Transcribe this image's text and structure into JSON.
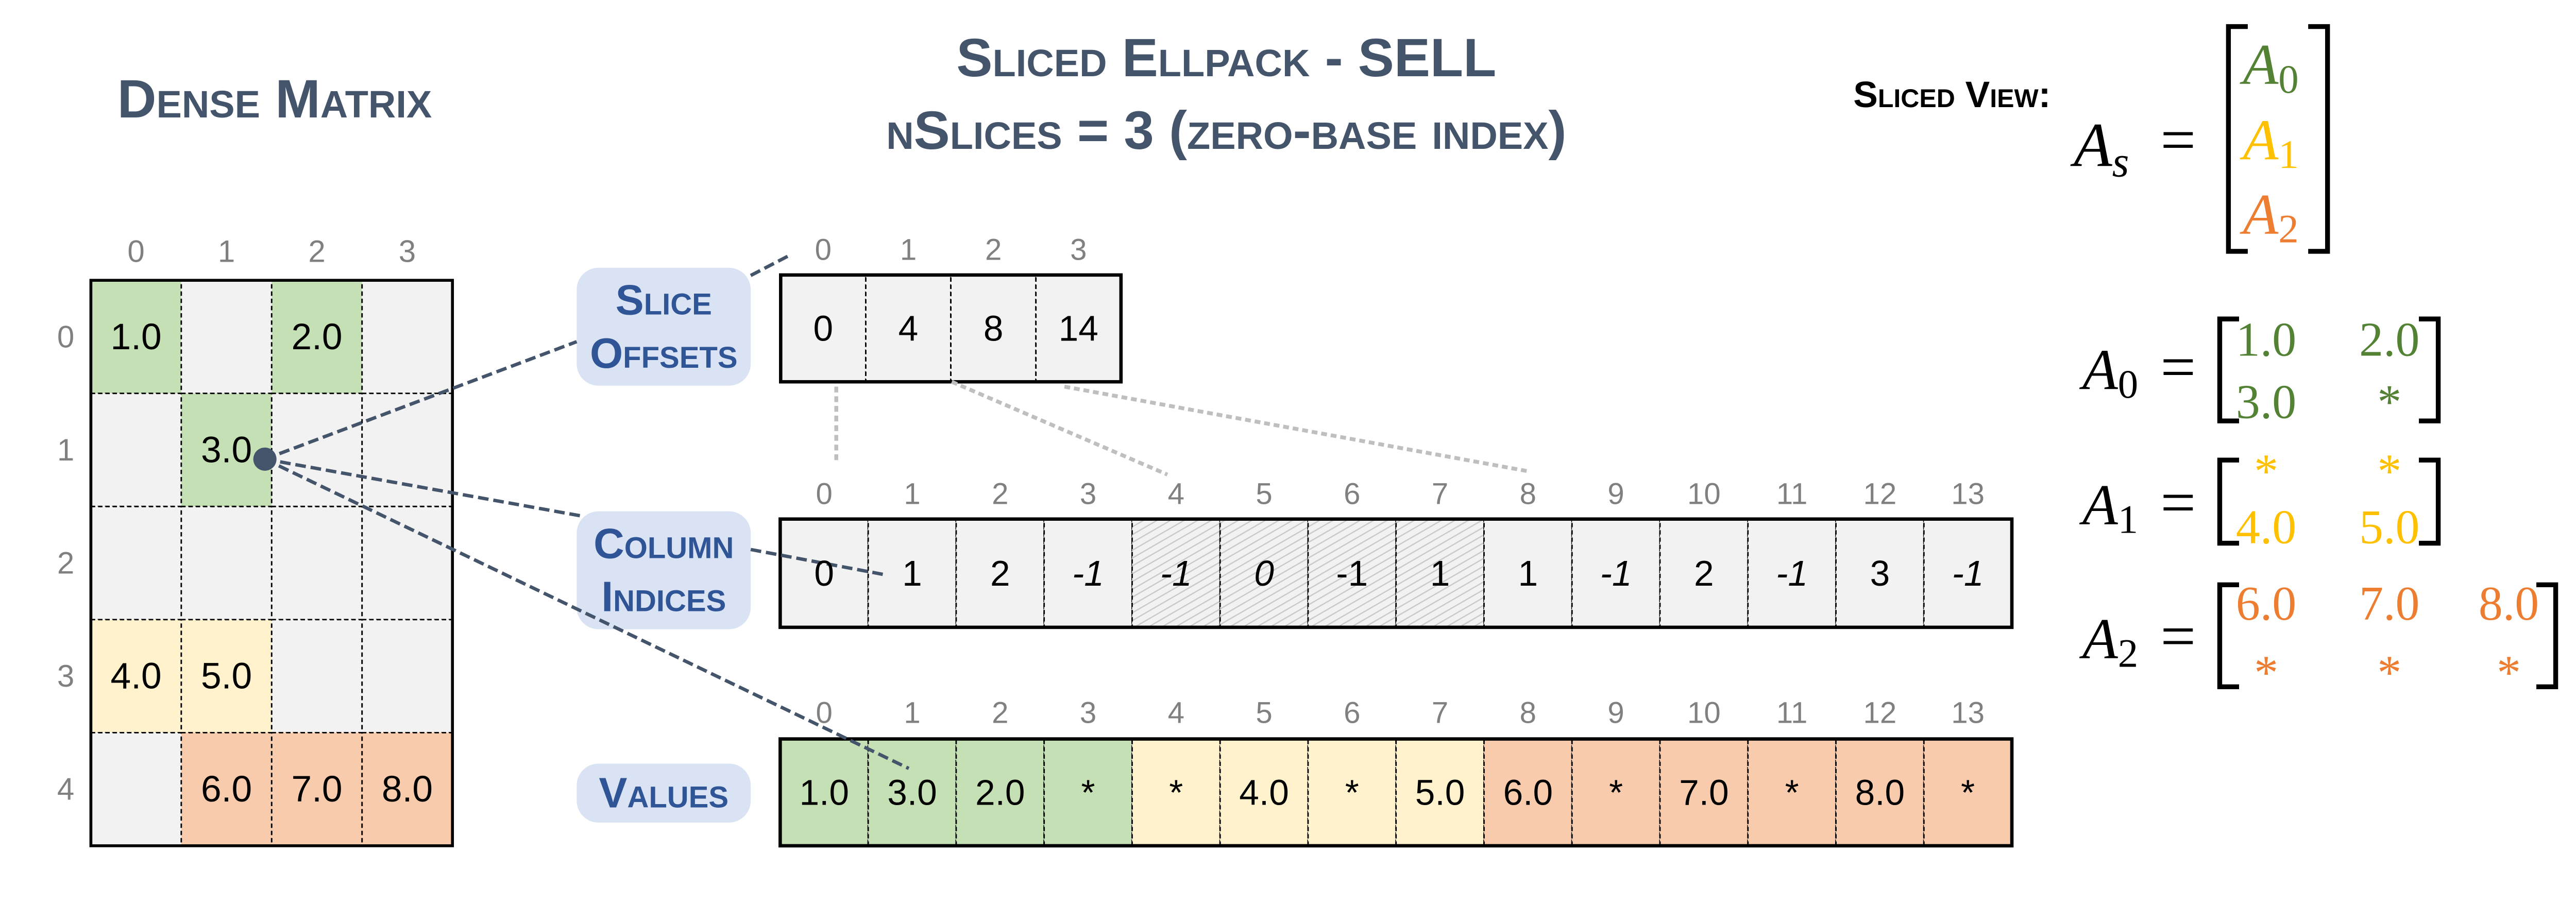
{
  "colors": {
    "title": "#44546A",
    "label_text": "#2F5597",
    "label_box": "#DAE3F3",
    "cell_empty": "#F2F2F2",
    "index_text": "#808080",
    "connector": "#44546A",
    "guide": "#BFBFBF",
    "slice_fill": [
      "#C5E0B4",
      "#FFF2CC",
      "#F8CBAD"
    ],
    "slice_text": [
      "#548235",
      "#FFC000",
      "#ED7D31"
    ]
  },
  "dense": {
    "title": "Dense Matrix",
    "col_labels": [
      "0",
      "1",
      "2",
      "3"
    ],
    "row_labels": [
      "0",
      "1",
      "2",
      "3",
      "4"
    ],
    "cells": [
      [
        "1.0",
        "",
        "2.0",
        ""
      ],
      [
        "",
        "3.0",
        "",
        ""
      ],
      [
        "",
        "",
        "",
        ""
      ],
      [
        "4.0",
        "5.0",
        "",
        ""
      ],
      [
        "",
        "6.0",
        "7.0",
        "8.0"
      ]
    ],
    "row_slice": [
      0,
      0,
      1,
      1,
      2
    ]
  },
  "sell": {
    "title": "Sliced Ellpack - SELL",
    "subtitle": "nSlices = 3 (zero-base index)"
  },
  "slice_offsets": {
    "label": [
      "Slice",
      "Offsets"
    ],
    "indices": [
      "0",
      "1",
      "2",
      "3"
    ],
    "values": [
      "0",
      "4",
      "8",
      "14"
    ]
  },
  "column_indices": {
    "label": [
      "Column",
      "Indices"
    ],
    "indices": [
      "0",
      "1",
      "2",
      "3",
      "4",
      "5",
      "6",
      "7",
      "8",
      "9",
      "10",
      "11",
      "12",
      "13"
    ],
    "values": [
      "0",
      "1",
      "2",
      "-1",
      "-1",
      "0",
      "-1",
      "1",
      "1",
      "-1",
      "2",
      "-1",
      "3",
      "-1"
    ],
    "italic": [
      false,
      false,
      false,
      true,
      true,
      true,
      false,
      false,
      false,
      true,
      false,
      true,
      false,
      true
    ],
    "hatched": [
      false,
      false,
      false,
      false,
      true,
      true,
      true,
      true,
      false,
      false,
      false,
      false,
      false,
      false
    ]
  },
  "values": {
    "label": [
      "Values"
    ],
    "indices": [
      "0",
      "1",
      "2",
      "3",
      "4",
      "5",
      "6",
      "7",
      "8",
      "9",
      "10",
      "11",
      "12",
      "13"
    ],
    "values": [
      "1.0",
      "3.0",
      "2.0",
      "*",
      "*",
      "4.0",
      "*",
      "5.0",
      "6.0",
      "*",
      "7.0",
      "*",
      "8.0",
      "*"
    ],
    "slice": [
      0,
      0,
      0,
      0,
      1,
      1,
      1,
      1,
      2,
      2,
      2,
      2,
      2,
      2
    ]
  },
  "sliced_view": {
    "label": "Sliced View:",
    "lhs": "A",
    "lhs_sub": "s",
    "equals": "=",
    "stack": [
      {
        "name": "A",
        "sub": "0"
      },
      {
        "name": "A",
        "sub": "1"
      },
      {
        "name": "A",
        "sub": "2"
      }
    ],
    "blocks": [
      {
        "name": "A",
        "sub": "0",
        "rows": [
          [
            "1.0",
            "2.0"
          ],
          [
            "3.0",
            "*"
          ]
        ]
      },
      {
        "name": "A",
        "sub": "1",
        "rows": [
          [
            "*",
            "*"
          ],
          [
            "4.0",
            "5.0"
          ]
        ]
      },
      {
        "name": "A",
        "sub": "2",
        "rows": [
          [
            "6.0",
            "7.0",
            "8.0"
          ],
          [
            "*",
            "*",
            "*"
          ]
        ]
      }
    ]
  }
}
